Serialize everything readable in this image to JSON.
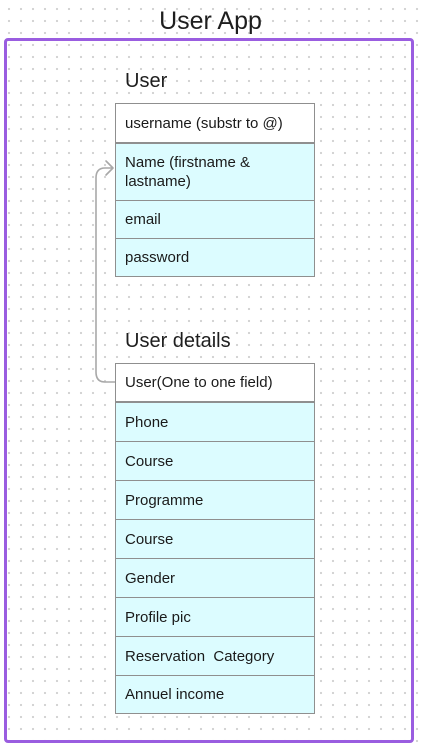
{
  "app": {
    "title": "User App"
  },
  "user_table": {
    "title": "User",
    "rows": [
      "username (substr to @)",
      "Name (firstname & lastname)",
      "email",
      "password"
    ]
  },
  "user_details_table": {
    "title": "User details",
    "rows": [
      "User(One to one field)",
      "Phone",
      "Course",
      "Programme",
      "Course",
      "Gender",
      "Profile pic",
      "Reservation  Category",
      "Annuel income"
    ]
  },
  "colors": {
    "frame_border": "#9a5de0",
    "table_fill": "#dcfcff",
    "header_fill": "#ffffff",
    "connector": "#a8a8a8"
  }
}
